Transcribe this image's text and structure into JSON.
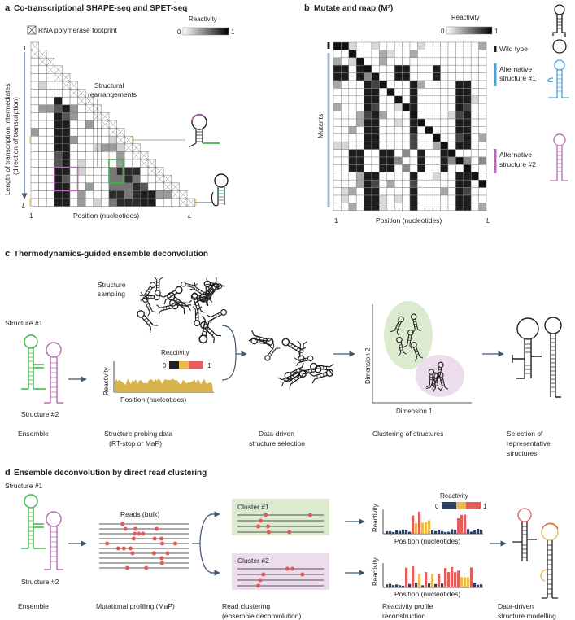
{
  "panel_a": {
    "letter": "a",
    "title": "Co-transcriptional SHAPE-seq and SPET-seq",
    "footprint_legend": "RNA polymerase footprint",
    "reactivity_label": "Reactivity",
    "scale_min": "0",
    "scale_max": "1",
    "y_axis_line1": "Length of transcription intermediates",
    "y_axis_line2": "(direction of transcription)",
    "x_axis": "Position (nucleotides)",
    "axis_start": "1",
    "axis_end": "L",
    "row_start": "1",
    "row_end": "L",
    "annotation_line1": "Structural",
    "annotation_line2": "rearrangements"
  },
  "panel_b": {
    "letter": "b",
    "title": "Mutate and map (M²)",
    "reactivity_label": "Reactivity",
    "scale_min": "0",
    "scale_max": "1",
    "y_axis": "Mutants",
    "x_axis": "Position (nucleotides)",
    "axis_start": "1",
    "axis_end": "L",
    "wild_type": "Wild type",
    "alt1_line1": "Alternative",
    "alt1_line2": "structure #1",
    "alt2_line1": "Alternative",
    "alt2_line2": "structure #2"
  },
  "panel_c": {
    "letter": "c",
    "title": "Thermodynamics-guided ensemble deconvolution",
    "structure1": "Structure #1",
    "structure2": "Structure #2",
    "sampling_line1": "Structure",
    "sampling_line2": "sampling",
    "reactivity_label": "Reactivity",
    "scale_min": "0",
    "scale_max": "1",
    "y_axis": "Reactivity",
    "x_axis": "Position (nucleotides)",
    "dim1": "Dimension 1",
    "dim2": "Dimension 2",
    "steps": [
      {
        "line1": "Ensemble",
        "line2": "",
        "line3": ""
      },
      {
        "line1": "Structure probing data",
        "line2": "(RT-stop or MaP)",
        "line3": ""
      },
      {
        "line1": "Data-driven",
        "line2": "structure selection",
        "line3": ""
      },
      {
        "line1": "Clustering of structures",
        "line2": "",
        "line3": ""
      },
      {
        "line1": "Selection of",
        "line2": "representative",
        "line3": "structures"
      }
    ]
  },
  "panel_d": {
    "letter": "d",
    "title": "Ensemble deconvolution by direct read clustering",
    "structure1": "Structure #1",
    "structure2": "Structure #2",
    "reads_label": "Reads (bulk)",
    "cluster1": "Cluster #1",
    "cluster2": "Cluster #2",
    "reactivity_label": "Reactivity",
    "scale_min": "0",
    "scale_max": "1",
    "y_axis": "Reactivity",
    "x_axis": "Position (nucleotides)",
    "steps": [
      {
        "line1": "Ensemble",
        "line2": ""
      },
      {
        "line1": "Mutational profiling (MaP)",
        "line2": ""
      },
      {
        "line1": "Read clustering",
        "line2": "(ensemble deconvolution)"
      },
      {
        "line1": "Reactivity profile",
        "line2": "reconstruction"
      },
      {
        "line1": "Data-driven",
        "line2": "structure modelling"
      }
    ]
  },
  "colors": {
    "green": "#3cb44b",
    "purple": "#b569b4",
    "blue": "#4aa3d8",
    "highlight": "#f3d99a",
    "arrow": "#3d5473",
    "cluster1_bg": "#dcebd0",
    "cluster2_bg": "#ecdcec",
    "profile_bar": "#d8b24a",
    "read_dot": "#e25b5b",
    "scale_red": "#e35d5d",
    "scale_yellow": "#e9b94a",
    "scale_navy": "#2d3e5f"
  }
}
